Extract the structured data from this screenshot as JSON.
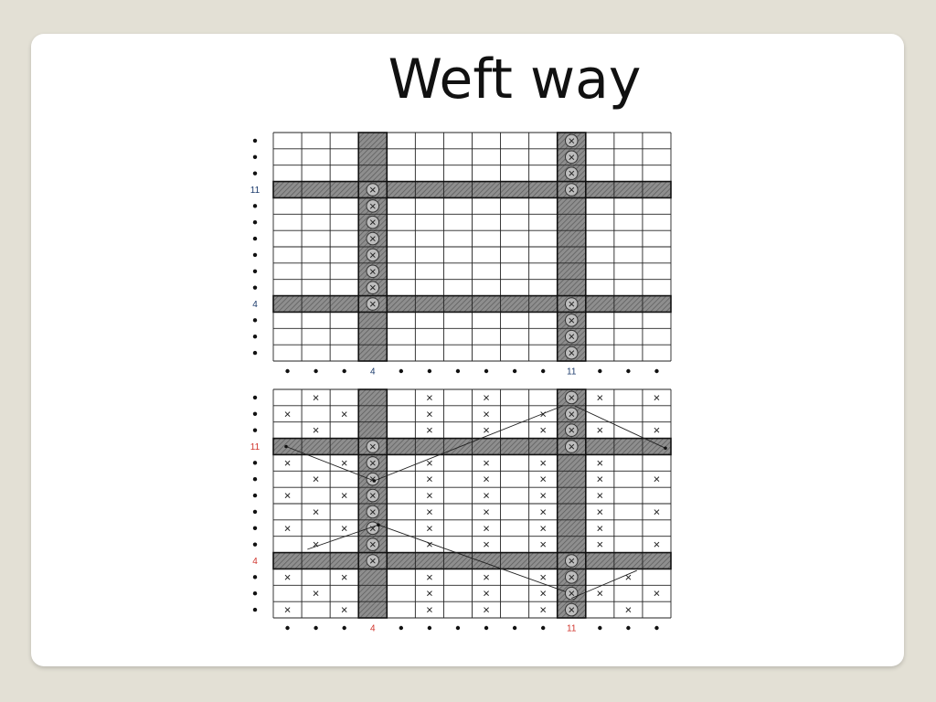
{
  "slide": {
    "title": "Weft way"
  },
  "diagrams": [
    {
      "name": "weave-draft-top",
      "shaded_columns": [
        4,
        11
      ],
      "shaded_rows": [
        4,
        11
      ],
      "row_label_color": "#1a3a6b",
      "col_label_color": "#1a3a6b",
      "row_labels": [
        "•",
        "•",
        "•",
        "11",
        "•",
        "•",
        "•",
        "•",
        "•",
        "•",
        "4",
        "•",
        "•",
        "•"
      ],
      "col_labels": [
        "•",
        "•",
        "•",
        "4",
        "•",
        "•",
        "•",
        "•",
        "•",
        "•",
        "11",
        "•",
        "•",
        "•"
      ],
      "shows_background_crosses": false,
      "shows_float_lines": false
    },
    {
      "name": "weave-draft-bottom",
      "shaded_columns": [
        4,
        11
      ],
      "shaded_rows": [
        4,
        11
      ],
      "row_label_color": "#d0342c",
      "col_label_color": "#d0342c",
      "row_labels": [
        "•",
        "•",
        "•",
        "11",
        "•",
        "•",
        "•",
        "•",
        "•",
        "•",
        "4",
        "•",
        "•",
        "•"
      ],
      "col_labels": [
        "•",
        "•",
        "•",
        "4",
        "•",
        "•",
        "•",
        "•",
        "•",
        "•",
        "11",
        "•",
        "•",
        "•"
      ],
      "shows_background_crosses": true,
      "shows_float_lines": true
    }
  ],
  "cell_mark": "×",
  "colors": {
    "shade": "#8e8e8e",
    "hatch": "#5a5a5a",
    "grid": "#222222",
    "circle": "#333333"
  }
}
